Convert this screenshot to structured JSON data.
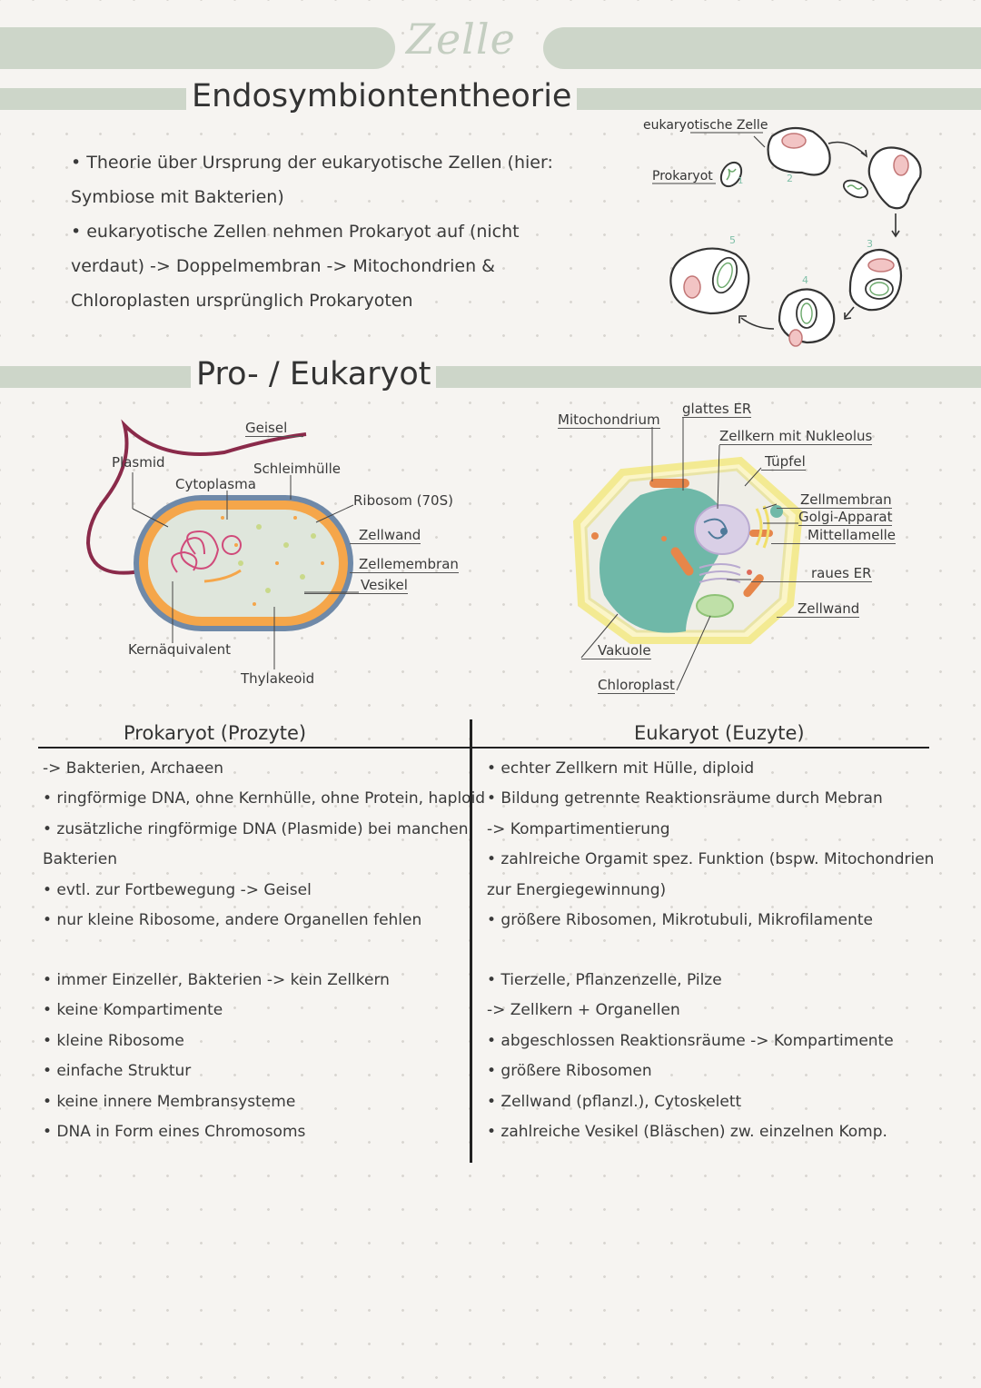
{
  "page_title": "Zelle",
  "section1": {
    "heading": "Endosymbiontentheorie",
    "paragraph_lines": [
      "• Theorie über Ursprung der eukaryotische Zellen (hier:",
      "Symbiose mit Bakterien)",
      "• eukaryotische Zellen nehmen Prokaryot auf (nicht",
      "verdaut) -> Doppelmembran -> Mitochondrien &",
      "Chloroplasten ursprünglich Prokaryoten"
    ],
    "diagram": {
      "label_eukaryotic_cell": "eukaryotische Zelle",
      "label_prokaryote": "Prokaryot",
      "step_numbers": [
        "1",
        "2",
        "3",
        "4",
        "5"
      ]
    }
  },
  "section2": {
    "heading": "Pro- / Eukaryot",
    "prokaryote_labels": {
      "geisel": "Geisel",
      "plasmid": "Plasmid",
      "schleimhuelle": "Schleimhülle",
      "cytoplasma": "Cytoplasma",
      "ribosom": "Ribosom (70S)",
      "zellwand": "Zellwand",
      "zellemembran": "Zellemembran",
      "vesikel": "Vesikel",
      "kernaequivalent": "Kernäquivalent",
      "thylakeoid": "Thylakeoid"
    },
    "eukaryote_labels": {
      "mitochondrium": "Mitochondrium",
      "glattes_er": "glattes ER",
      "zellkern": "Zellkern mit Nukleolus",
      "tuepfel": "Tüpfel",
      "zellmembran": "Zellmembran",
      "golgi": "Golgi-Apparat",
      "mittellamelle": "Mittellamelle",
      "raues_er": "raues ER",
      "zellwand": "Zellwand",
      "vakuole": "Vakuole",
      "chloroplast": "Chloroplast"
    }
  },
  "table": {
    "left_header": "Prokaryot (Prozyte)",
    "right_header": "Eukaryot (Euzyte)",
    "left_group1": [
      "-> Bakterien, Archaeen",
      "• ringförmige DNA, ohne Kernhülle, ohne Protein, haploid",
      "• zusätzliche ringförmige DNA (Plasmide) bei manchen",
      "Bakterien",
      "• evtl. zur Fortbewegung -> Geisel",
      "• nur kleine Ribosome, andere Organellen fehlen"
    ],
    "left_group2": [
      "• immer Einzeller, Bakterien -> kein Zellkern",
      "• keine Kompartimente",
      "• kleine Ribosome",
      "• einfache Struktur",
      "• keine innere Membransysteme",
      "• DNA in Form eines Chromosoms"
    ],
    "right_group1": [
      "• echter Zellkern mit Hülle, diploid",
      "• Bildung getrennte Reaktionsräume durch Mebran",
      "-> Kompartimentierung",
      "• zahlreiche Orgamit spez. Funktion (bspw. Mitochondrien",
      "zur Energiegewinnung)",
      "• größere Ribosomen, Mikrotubuli, Mikrofilamente"
    ],
    "right_group2": [
      "• Tierzelle, Pflanzenzelle, Pilze",
      "-> Zellkern + Organellen",
      "• abgeschlossen Reaktionsräume -> Kompartimente",
      "• größere Ribosomen",
      "• Zellwand (pflanzl.), Cytoskelett",
      "• zahlreiche Vesikel (Bläschen) zw. einzelnen Komp."
    ]
  }
}
